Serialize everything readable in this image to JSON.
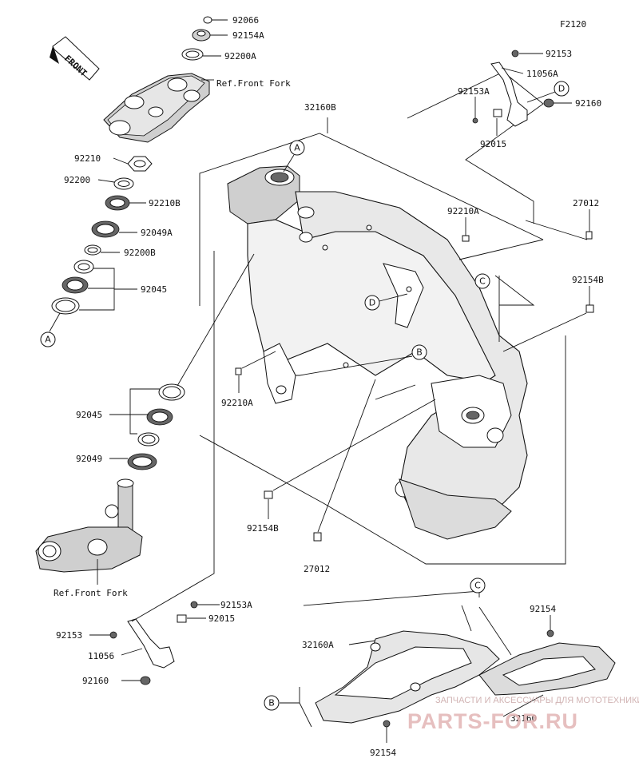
{
  "figure_code": "F2120",
  "front_indicator": "FRONT",
  "labels": {
    "p92066": "92066",
    "p92154A": "92154A",
    "p92200A": "92200A",
    "ref_front_fork_top": "Ref.Front Fork",
    "p32160B": "32160B",
    "p92210": "92210",
    "p92200": "92200",
    "p92210B": "92210B",
    "p92049A": "92049A",
    "p92200B": "92200B",
    "p92045_top": "92045",
    "p92153_tr": "92153",
    "p11056A": "11056A",
    "p92153A_tr": "92153A",
    "p92160_tr": "92160",
    "p92015_tr": "92015",
    "p92210A_top": "92210A",
    "p27012_right": "27012",
    "p92154B_right": "92154B",
    "p92045_mid": "92045",
    "p92049": "92049",
    "p92210A_mid": "92210A",
    "p92154B_bottom": "92154B",
    "p27012_bottom": "27012",
    "ref_front_fork_bottom": "Ref.Front Fork",
    "p92153A_bl": "92153A",
    "p92015_bl": "92015",
    "p92153_bl": "92153",
    "p11056": "11056",
    "p92160_bl": "92160",
    "p32160A": "32160A",
    "p92154_right": "92154",
    "p32160": "32160",
    "p92154_bottom": "92154"
  },
  "callouts": {
    "a_frame": "A",
    "a_left": "A",
    "c_frame": "C",
    "c_subframe": "C",
    "d_frame": "D",
    "d_bracket": "D",
    "b_frame": "B",
    "b_subframe": "B"
  },
  "watermark": {
    "tagline": "ЗАПЧАСТИ И АКСЕССУАРЫ ДЛЯ МОТОТЕХНИКИ",
    "logo": "PARTS-FOR.RU"
  }
}
